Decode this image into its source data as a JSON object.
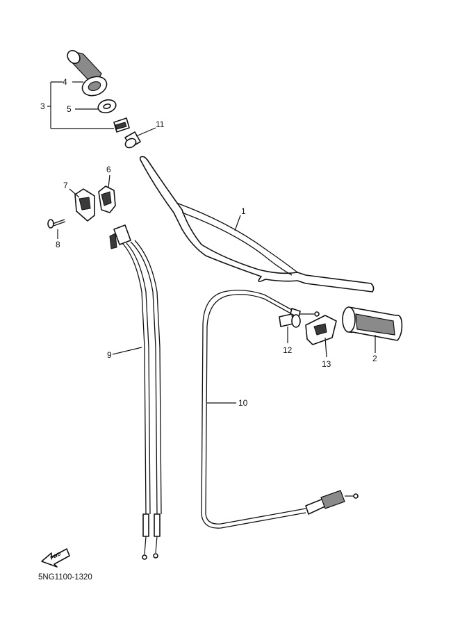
{
  "diagram": {
    "part_code": "5NG1100-1320",
    "fwd_label": "FWD",
    "callouts": {
      "c1": "1",
      "c2": "2",
      "c3": "3",
      "c4": "4",
      "c5": "5",
      "c6": "6",
      "c7": "7",
      "c8": "8",
      "c9": "9",
      "c10": "10",
      "c11": "11",
      "c12": "12",
      "c13": "13"
    }
  }
}
